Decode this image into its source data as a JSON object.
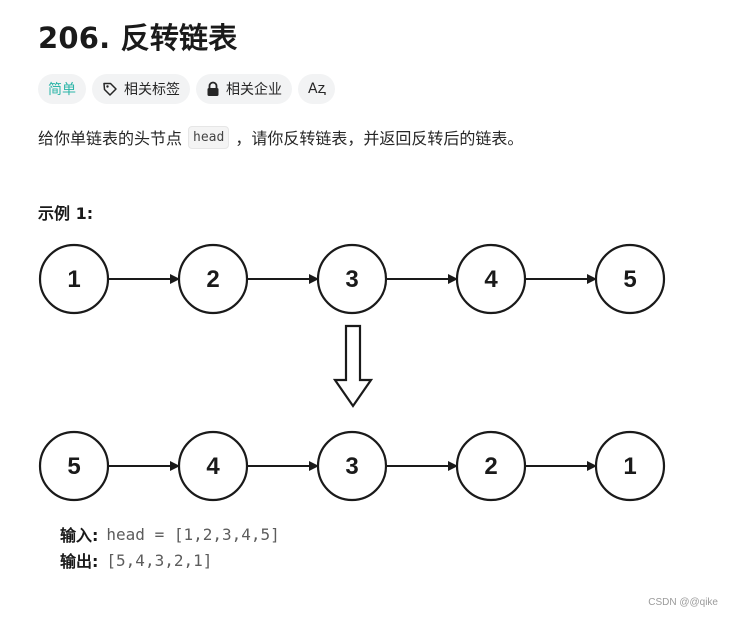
{
  "problem": {
    "title": "206. 反转链表"
  },
  "tags": {
    "difficulty": "简单",
    "related_tags": "相关标签",
    "related_companies": "相关企业",
    "translate": "Aⱬ"
  },
  "description": {
    "before": "给你单链表的头节点",
    "code": "head",
    "after": "，请你反转链表，并返回反转后的链表。"
  },
  "example": {
    "title": "示例 1:",
    "input_label": "输入:",
    "input_value": "head = [1,2,3,4,5]",
    "output_label": "输出:",
    "output_value": "[5,4,3,2,1]"
  },
  "diagram": {
    "top_nodes": [
      "1",
      "2",
      "3",
      "4",
      "5"
    ],
    "bottom_nodes": [
      "5",
      "4",
      "3",
      "2",
      "1"
    ]
  },
  "colors": {
    "easy": "#2cb5a8",
    "tag_bg": "#f2f3f4",
    "stroke": "#1a1a1a"
  },
  "watermark": "CSDN @@qike"
}
